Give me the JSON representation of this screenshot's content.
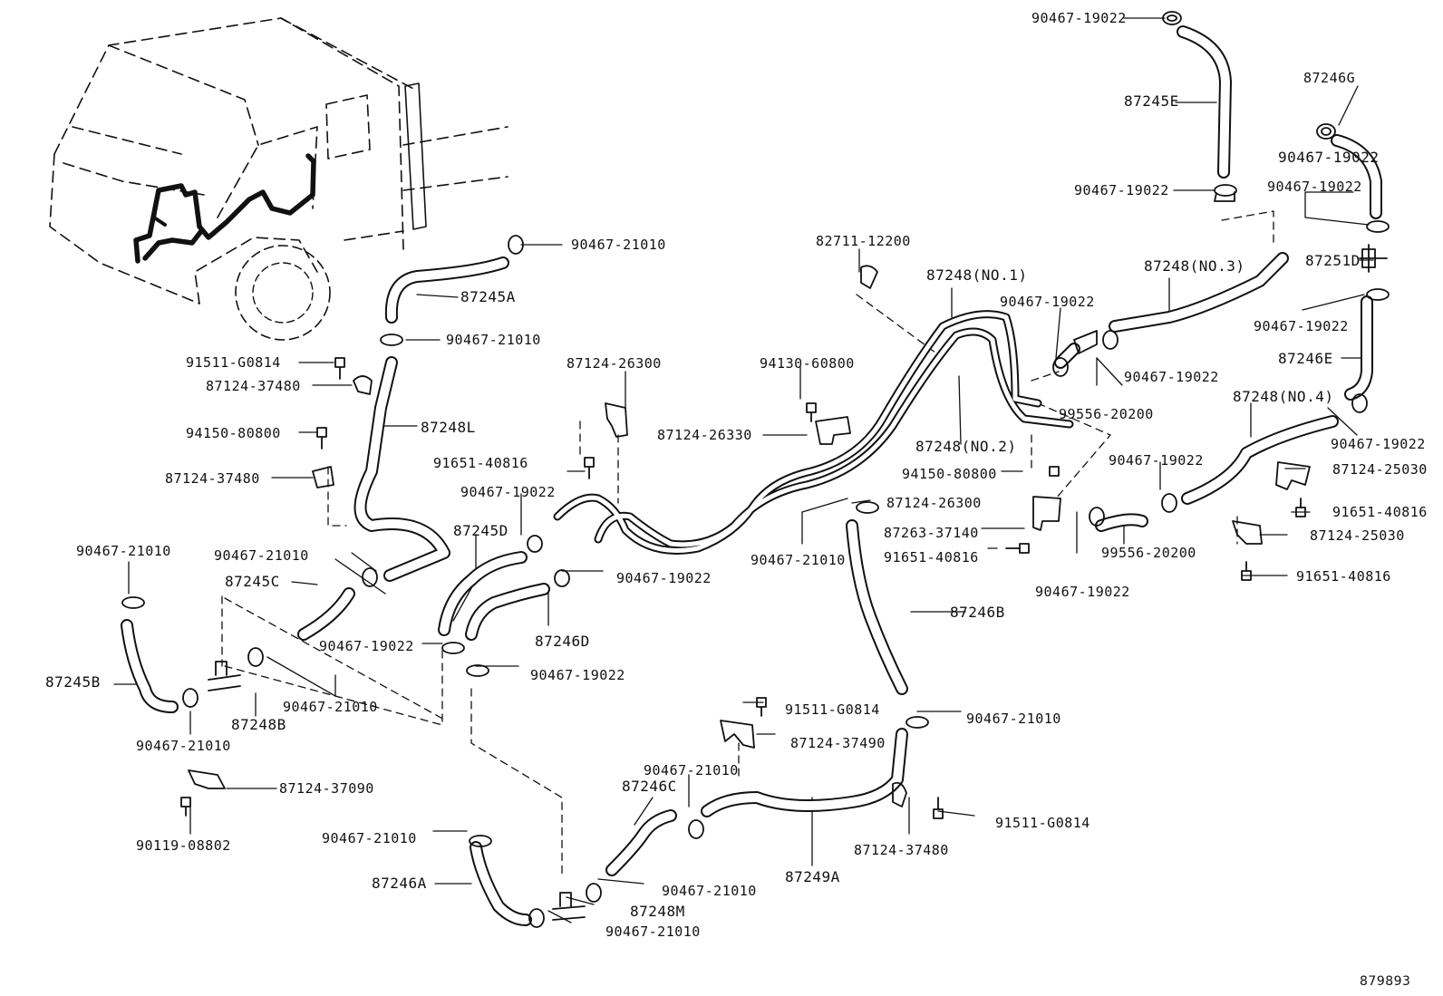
{
  "figure_id": "879893",
  "labels": {
    "l01": "90467-19022",
    "l02": "87245E",
    "l03": "90467-19022",
    "l04": "87246G",
    "l05": "90467-19022",
    "l06": "90467-19022",
    "l07": "87251D",
    "l08": "87248(NO.3)",
    "l09": "90467-19022",
    "l10": "87246E",
    "l11": "90467-19022",
    "l12": "87248(NO.4)",
    "l13": "90467-19022",
    "l14": "87124-25030",
    "l15": "91651-40816",
    "l16": "87124-25030",
    "l17": "91651-40816",
    "l18": "90467-21010",
    "l19": "87245A",
    "l20": "90467-21010",
    "l21": "91511-G0814",
    "l22": "87124-37480",
    "l23": "94150-80800",
    "l24": "87124-37480",
    "l25": "87248L",
    "l26": "90467-21010",
    "l27": "90467-21010",
    "l28": "87245C",
    "l29": "87245B",
    "l30": "90467-21010",
    "l31": "87248B",
    "l32": "90467-21010",
    "l33": "87124-37090",
    "l34": "90119-08802",
    "l35": "82711-12200",
    "l36": "87248(NO.1)",
    "l37": "90467-19022",
    "l38": "87124-26300",
    "l39": "94130-60800",
    "l40": "87124-26330",
    "l41": "91651-40816",
    "l42": "90467-19022",
    "l43": "87245D",
    "l44": "90467-19022",
    "l45": "87246D",
    "l46": "90467-19022",
    "l47": "90467-19022",
    "l48": "99556-20200",
    "l49": "87248(NO.2)",
    "l50": "94150-80800",
    "l51": "87124-26300",
    "l52": "87263-37140",
    "l53": "91651-40816",
    "l54": "90467-21010",
    "l55": "90467-19022",
    "l56": "99556-20200",
    "l57": "90467-19022",
    "l58": "87246B",
    "l59": "91511-G0814",
    "l60": "87124-37490",
    "l61": "90467-21010",
    "l62": "90467-21010",
    "l63": "87246C",
    "l64": "91511-G0814",
    "l65": "87124-37480",
    "l66": "87249A",
    "l67": "90467-21010",
    "l68": "87246A",
    "l69": "90467-21010",
    "l70": "87248M",
    "l71": "90467-21010"
  }
}
